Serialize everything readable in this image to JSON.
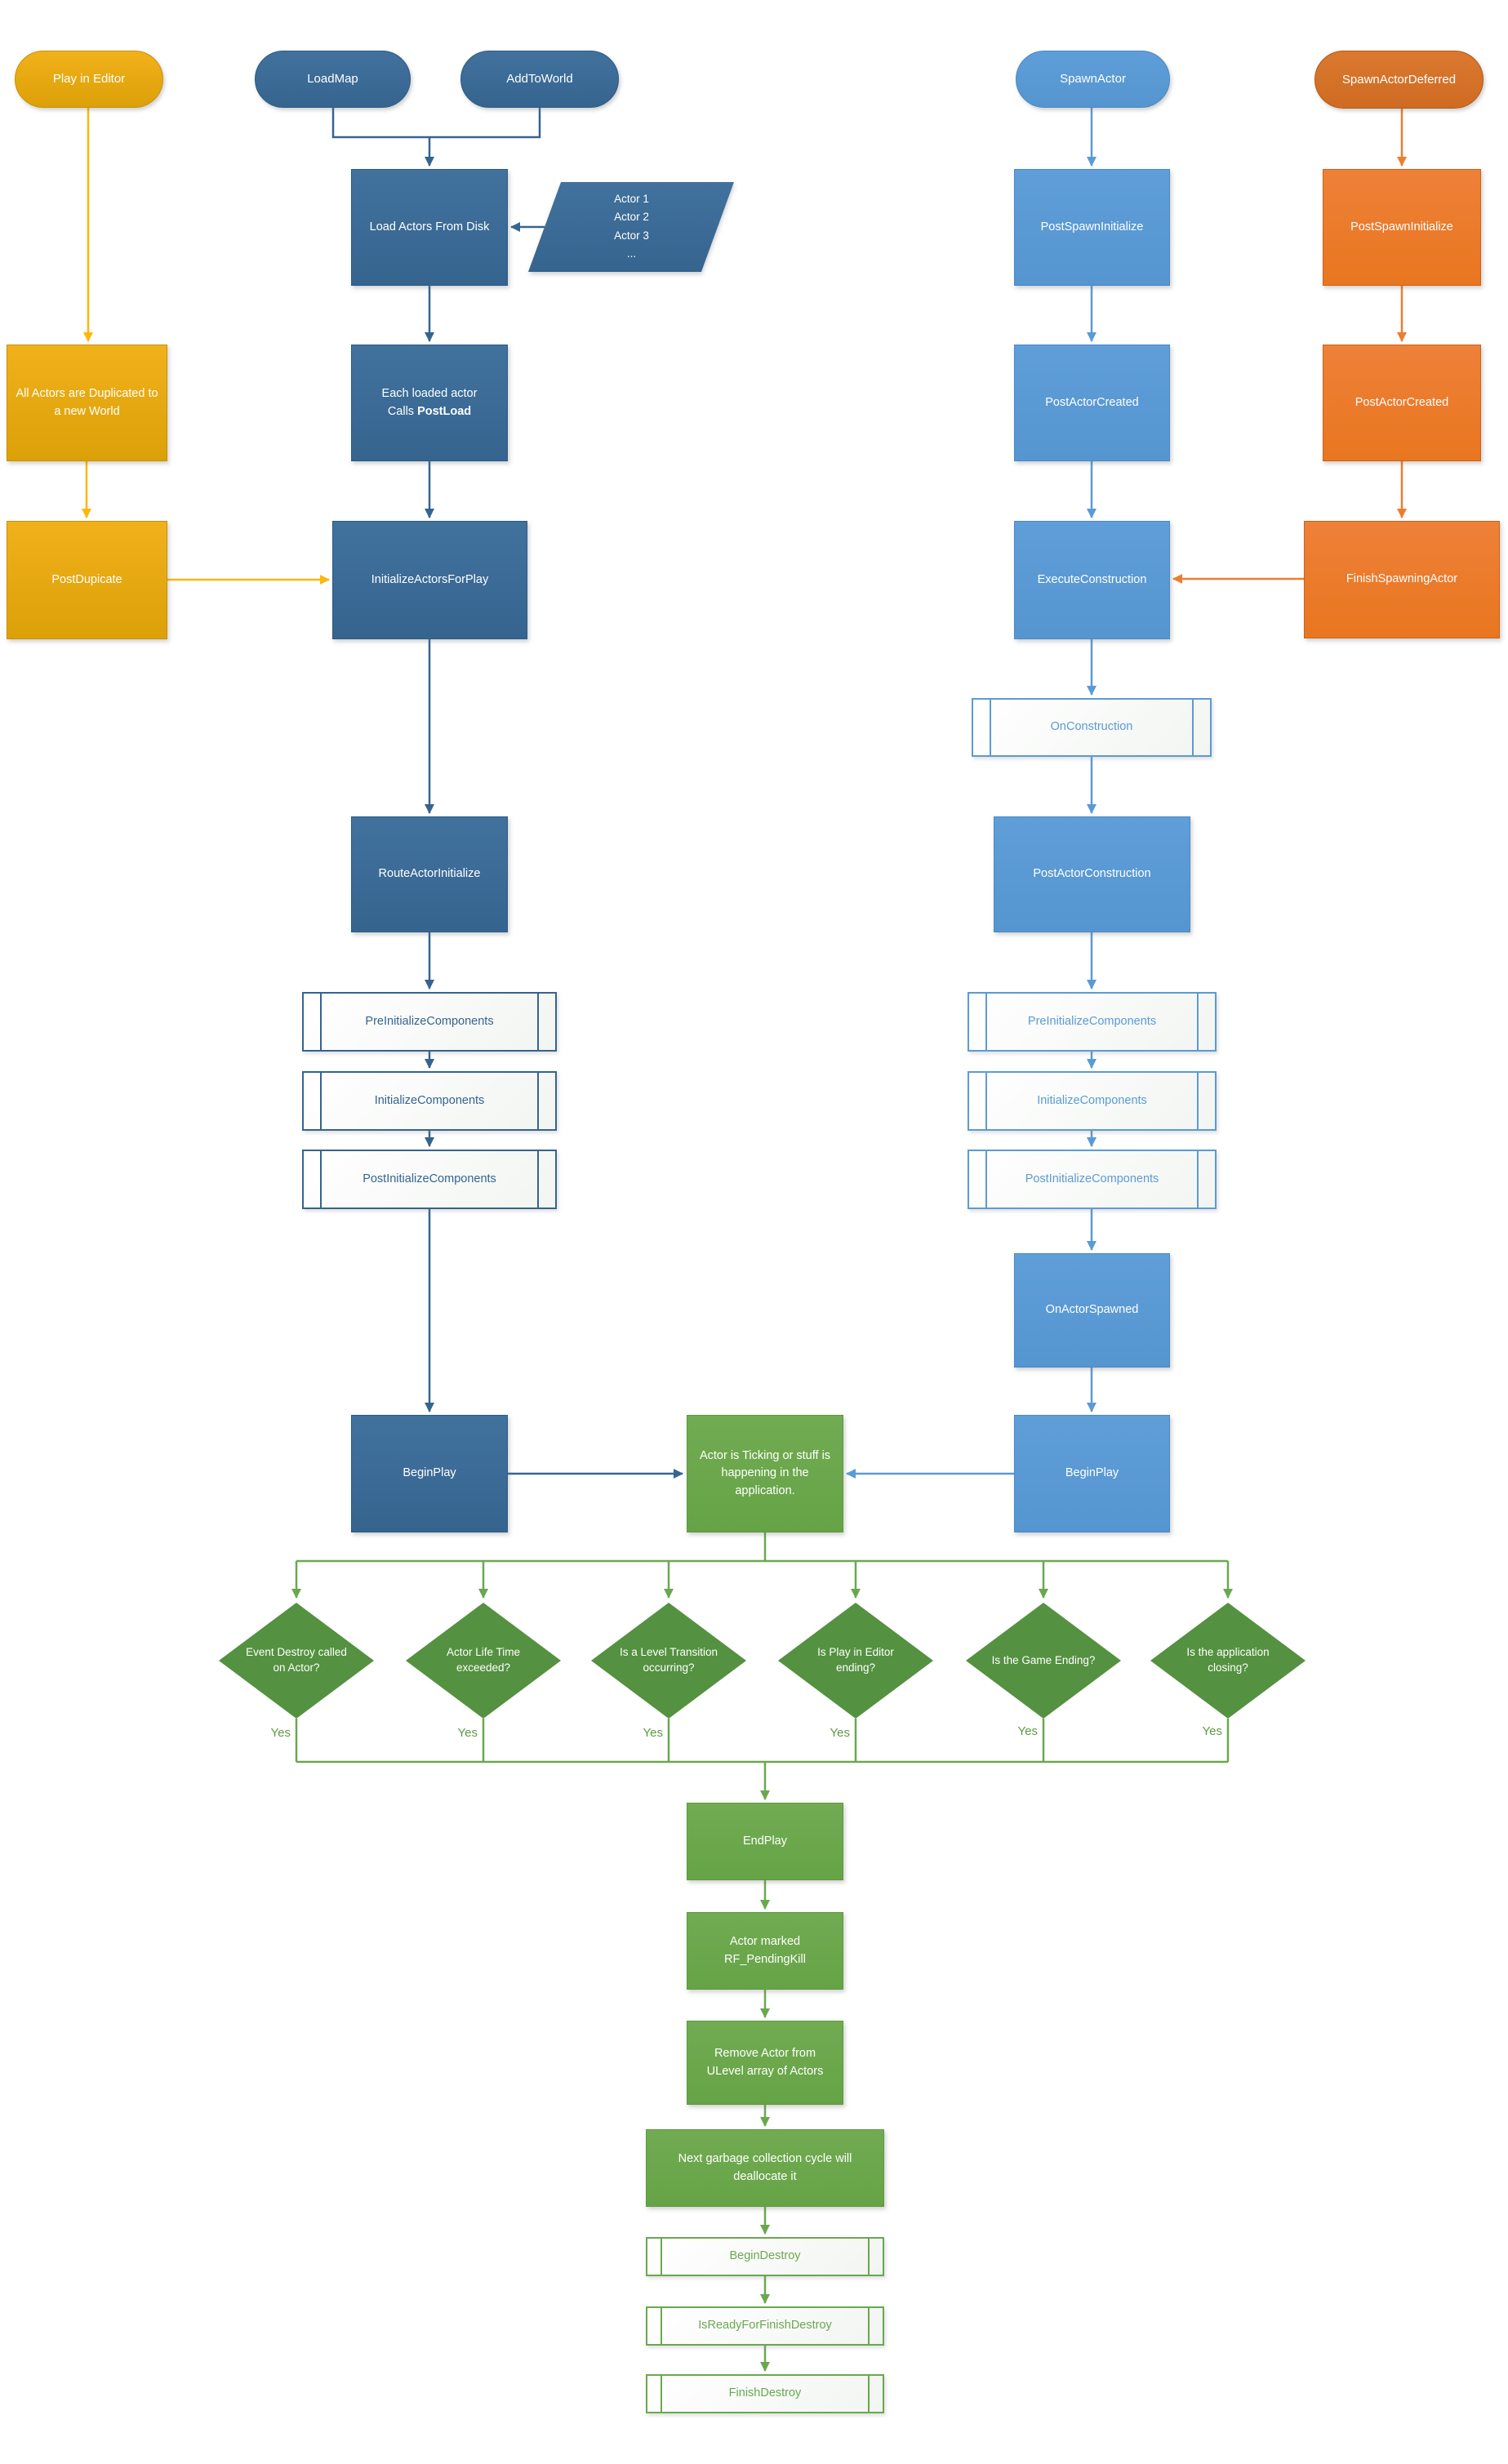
{
  "palette": {
    "dark_blue": "#35648F",
    "light_blue": "#5B9BD5",
    "orange": "#ED7D31",
    "gold": "#E2A60E",
    "gold_line": "#FFB60A",
    "green": "#6AA84F",
    "diamond_green": "#549140"
  },
  "editor_flow": {
    "start": "Play in Editor",
    "duplicate": "All Actors are Duplicated to a new World",
    "postduplicate": "PostDupicate"
  },
  "load_flow": {
    "loadmap": "LoadMap",
    "addtoworld": "AddToWorld",
    "load_actors": "Load Actors From Disk",
    "actor_list": [
      "Actor 1",
      "Actor 2",
      "Actor 3",
      "..."
    ],
    "postload": {
      "line1": "Each loaded actor",
      "line2_prefix": "Calls ",
      "line2_bold": "PostLoad"
    },
    "initialize_actors": "InitializeActorsForPlay",
    "route_actor_initialize": "RouteActorInitialize",
    "pre_initialize_components": "PreInitializeComponents",
    "initialize_components": "InitializeComponents",
    "post_initialize_components": "PostInitializeComponents",
    "begin_play": "BeginPlay"
  },
  "spawn_flow": {
    "start": "SpawnActor",
    "post_spawn_initialize": "PostSpawnInitialize",
    "post_actor_created": "PostActorCreated",
    "execute_construction": "ExecuteConstruction",
    "on_construction": "OnConstruction",
    "post_actor_construction": "PostActorConstruction",
    "pre_initialize_components": "PreInitializeComponents",
    "initialize_components": "InitializeComponents",
    "post_initialize_components": "PostInitializeComponents",
    "on_actor_spawned": "OnActorSpawned",
    "begin_play": "BeginPlay"
  },
  "deferred_flow": {
    "start": "SpawnActorDeferred",
    "post_spawn_initialize": "PostSpawnInitialize",
    "post_actor_created": "PostActorCreated",
    "finish_spawning_actor": "FinishSpawningActor"
  },
  "ticking_note": "Actor is Ticking or stuff is happening in the application.",
  "decisions": [
    {
      "question": "Event Destroy called on Actor?",
      "answer": "Yes"
    },
    {
      "question": "Actor Life Time exceeded?",
      "answer": "Yes"
    },
    {
      "question": "Is a Level Transition occurring?",
      "answer": "Yes"
    },
    {
      "question": "Is Play in Editor ending?",
      "answer": "Yes"
    },
    {
      "question": "Is the Game Ending?",
      "answer": "Yes"
    },
    {
      "question": "Is the application closing?",
      "answer": "Yes"
    }
  ],
  "destroy_flow": {
    "end_play": "EndPlay",
    "pending_kill": "Actor marked RF_PendingKill",
    "remove_from_ulevel": "Remove Actor from ULevel array of Actors",
    "garbage_collection": "Next garbage collection cycle will deallocate it",
    "begin_destroy": "BeginDestroy",
    "is_ready_for_finish_destroy": "IsReadyForFinishDestroy",
    "finish_destroy": "FinishDestroy"
  }
}
